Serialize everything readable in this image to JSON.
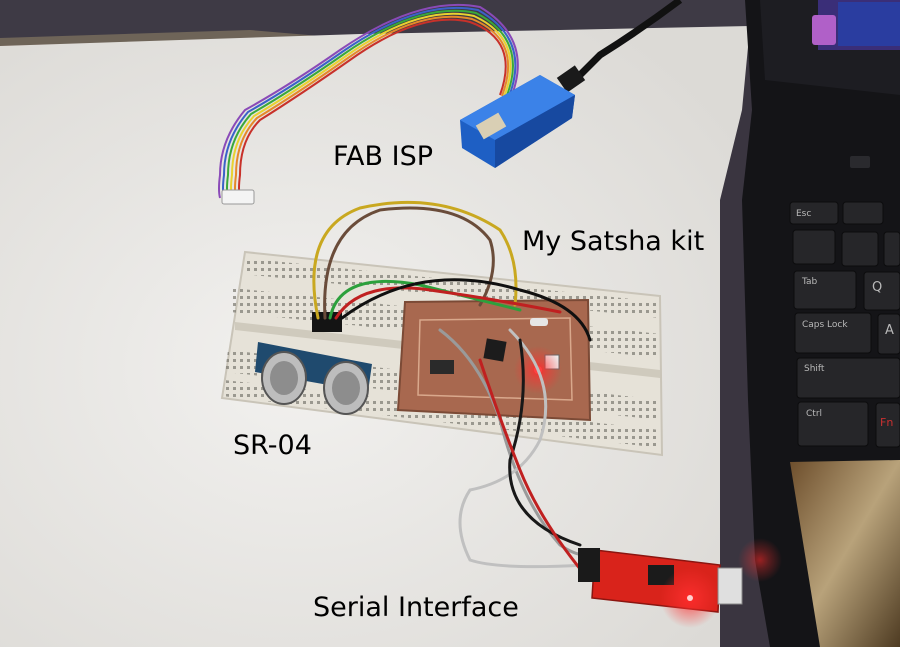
{
  "labels": {
    "fab_isp": "FAB ISP",
    "satsha_kit": "My Satsha kit",
    "sr04": "SR-04",
    "serial_interface": "Serial Interface"
  },
  "keyboard": {
    "esc": "Esc",
    "tab": "Tab",
    "caps_lock": "Caps Lock",
    "shift": "Shift",
    "ctrl": "Ctrl",
    "q": "Q",
    "a": "A",
    "fn": "Fn"
  },
  "colors": {
    "paper": "#eceae6",
    "breadboard": "#e6e2d8",
    "pcb": "#a8684f",
    "isp_case": "#1f63c9",
    "serial_board": "#d9231b",
    "laptop": "#151518"
  }
}
